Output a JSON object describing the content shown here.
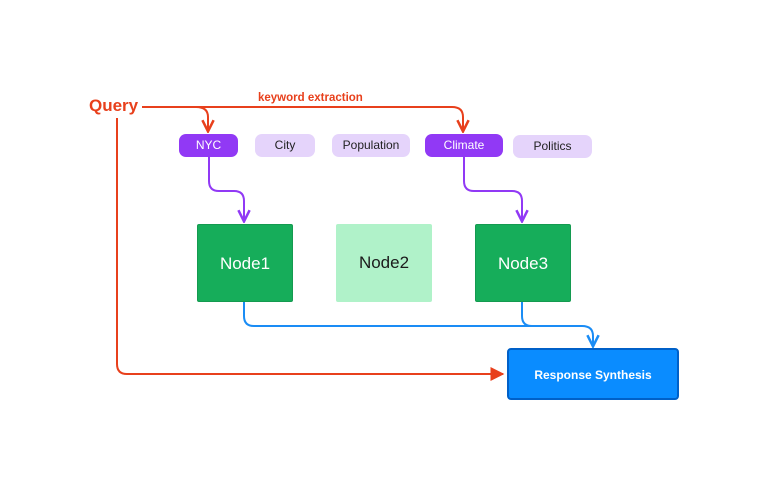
{
  "query": {
    "label": "Query"
  },
  "edge_label": "keyword extraction",
  "keywords": [
    {
      "label": "NYC",
      "state": "extracted"
    },
    {
      "label": "City",
      "state": "not-extracted"
    },
    {
      "label": "Population",
      "state": "not-extracted"
    },
    {
      "label": "Climate",
      "state": "extracted"
    },
    {
      "label": "Politics",
      "state": "not-extracted"
    }
  ],
  "nodes": [
    {
      "label": "Node1",
      "state": "retrieved"
    },
    {
      "label": "Node2",
      "state": "not-retrieved"
    },
    {
      "label": "Node3",
      "state": "retrieved"
    }
  ],
  "synthesis": {
    "label": "Response Synthesis"
  },
  "colors": {
    "query": "#e8401c",
    "keyword_active": "#9139f5",
    "keyword_inactive": "#e5d4fb",
    "node_active": "#16ad5a",
    "node_inactive": "#b0f2c9",
    "synthesis": "#0a8cff",
    "flow": "#1a8cf5"
  }
}
